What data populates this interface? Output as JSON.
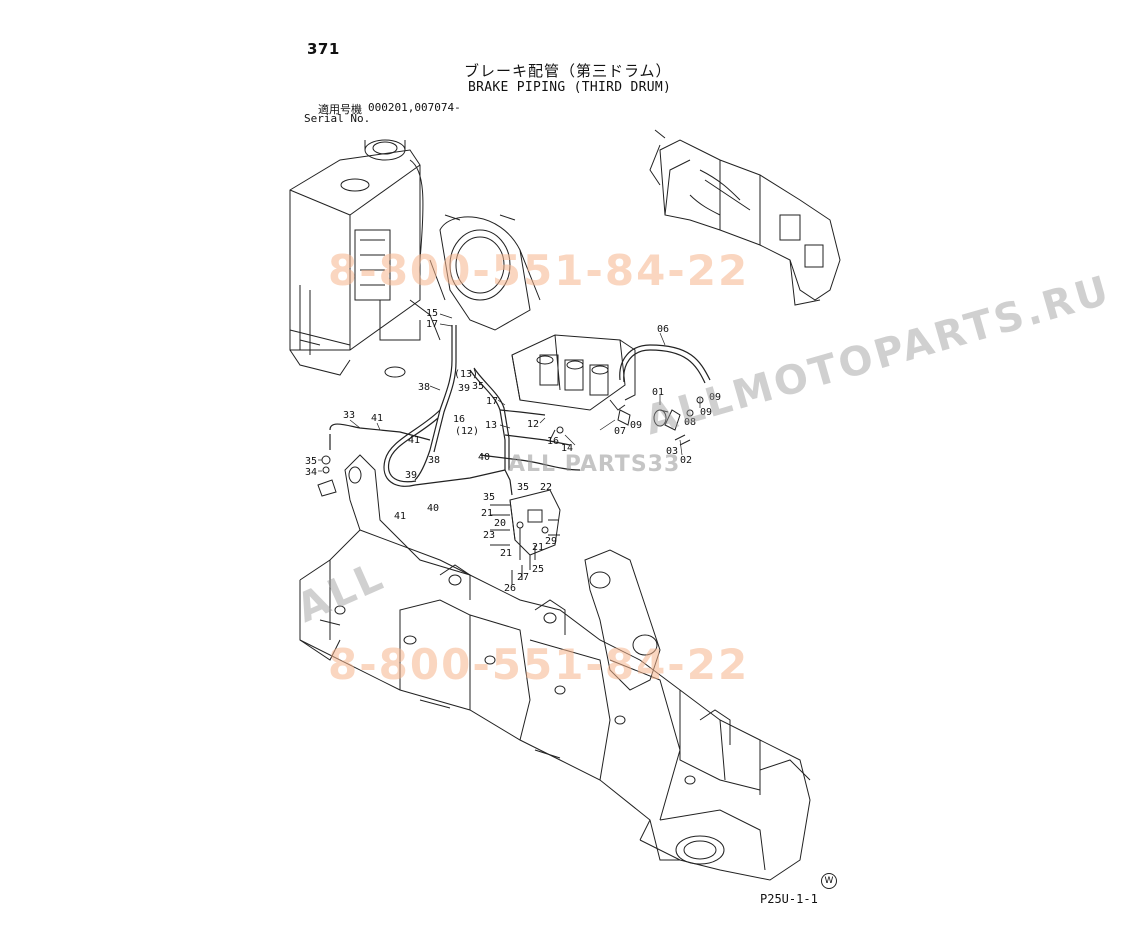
{
  "header": {
    "page_number": "371",
    "title_jp": "ブレーキ配管（第三ドラム）",
    "title_en": "BRAKE PIPING (THIRD DRUM)",
    "serial_label_jp": "適用号機",
    "serial_value": "000201,007074-",
    "serial_label_en": "Serial No."
  },
  "footer": {
    "page_code": "P25U-1-1",
    "mark": "W"
  },
  "watermarks": {
    "phone_top": "8-800-551-84-22",
    "phone_bottom": "8-800-551-84-22",
    "site_diag": "ALLMOTOPARTS.RU",
    "site_diag_low": "ALL",
    "brand": "ALL PARTS33"
  },
  "callouts": [
    "15",
    "17",
    "38",
    "39",
    "35",
    "(13)",
    "16",
    "(12)",
    "17",
    "13",
    "12",
    "16",
    "14",
    "33",
    "41",
    "41",
    "38",
    "35",
    "34",
    "39",
    "40",
    "41",
    "40",
    "35",
    "21",
    "35",
    "20",
    "23",
    "21",
    "21",
    "27",
    "25",
    "26",
    "22",
    "29",
    "06",
    "01",
    "09",
    "07",
    "09",
    "08",
    "09",
    "03",
    "02"
  ]
}
